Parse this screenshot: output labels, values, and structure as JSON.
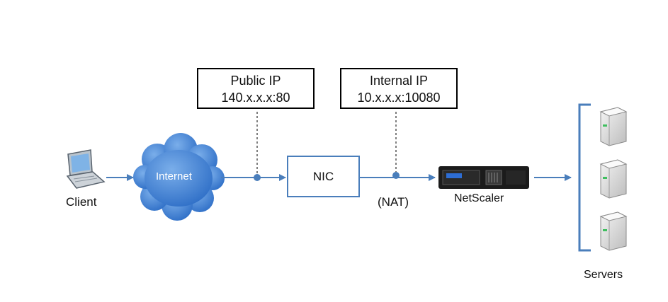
{
  "nodes": {
    "client": {
      "label": "Client"
    },
    "internet": {
      "label": "Internet"
    },
    "nic": {
      "label": "NIC"
    },
    "netscaler": {
      "label": "NetScaler"
    },
    "servers": {
      "label": "Servers"
    }
  },
  "callouts": {
    "public": {
      "title": "Public IP",
      "value": "140.x.x.x:80"
    },
    "internal": {
      "title": "Internal IP",
      "value": "10.x.x.x:10080"
    }
  },
  "annotations": {
    "nat": "(NAT)"
  },
  "colors": {
    "link": "#4a7ebb",
    "cloud": "#3e7ed3",
    "callout_border": "#000000"
  }
}
